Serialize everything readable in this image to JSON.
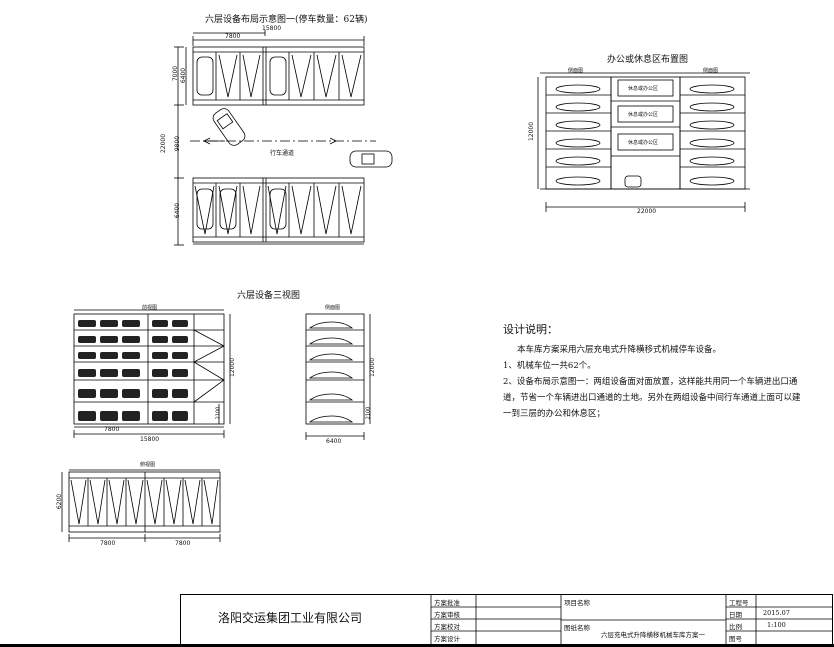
{
  "plan": {
    "title": "六层设备布局示意图一(停车数量：62辆)",
    "dim_total": "15800",
    "dim_half": "7800",
    "dim_left_top1": "7000",
    "dim_left_top2": "6400",
    "dim_left_total": "22000",
    "dim_left_mid": "9800",
    "dim_left_bot": "6400",
    "lane_label": "行车通道"
  },
  "office": {
    "title": "办公或休息区布置图",
    "side_left": "侧面图",
    "side_right": "侧面图",
    "room1": "休息或办公区",
    "room2": "休息或办公区",
    "room3": "休息或办公区",
    "height_dim": "12000",
    "width_dim": "22000"
  },
  "three_view": {
    "title": "六层设备三视图",
    "front_label": "前视图",
    "side_label": "侧面图",
    "front_width": "15800",
    "front_half": "7800",
    "front_height": "12000",
    "front_small": "2100",
    "side_width": "6400",
    "side_height": "12000",
    "side_small": "2100",
    "top_label": "俯视图",
    "top_depth": "6200",
    "top_half1": "7800",
    "top_half2": "7800"
  },
  "notes": {
    "heading": "设计说明：",
    "line1": "本车库方案采用六层充电式升降横移式机械停车设备。",
    "line2": "1、机械车位一共62个。",
    "line3": "2、设备布局示意图一：两组设备面对面放置，这样能共用同一个车辆进出口通",
    "line4": "道，节省一个车辆进出口通道的土地。另外在两组设备中间行车通道上面可以建",
    "line5": "一到三层的办公和休息区；"
  },
  "title_block": {
    "company": "洛阳交运集团工业有限公司",
    "approve": "方案批准",
    "review": "方案审核",
    "check": "方案校对",
    "design": "方案设计",
    "project_name_label": "项目名称",
    "drawing_name_label": "图纸名称",
    "drawing_name": "六层充电式升降横移机械车库方案一",
    "project_no_label": "工程号",
    "date_label": "日期",
    "date_value": "2015.07",
    "scale_label": "比例",
    "scale_value": "1:100",
    "drawing_no_label": "图号"
  }
}
